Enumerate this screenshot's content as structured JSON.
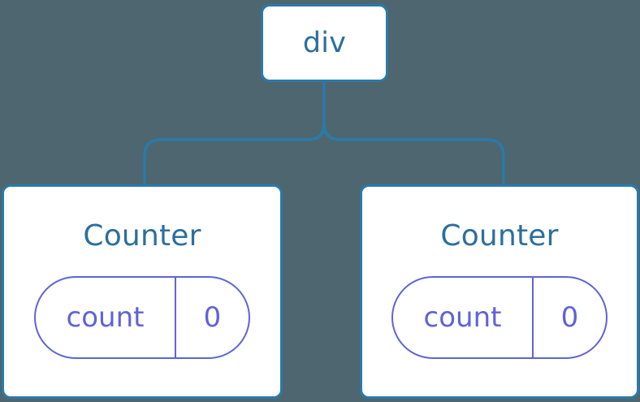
{
  "diagram": {
    "type": "component-tree",
    "background_color": "#4d6670",
    "node_border_color": "#2b7aa8",
    "node_fill_color": "#ffffff",
    "connector_color": "#2b7aa8",
    "title_text_color": "#2b6f9e",
    "state_pill_color": "#5f63d8"
  },
  "root": {
    "label": "div"
  },
  "children": [
    {
      "title": "Counter",
      "state": {
        "key": "count",
        "value": "0"
      }
    },
    {
      "title": "Counter",
      "state": {
        "key": "count",
        "value": "0"
      }
    }
  ]
}
